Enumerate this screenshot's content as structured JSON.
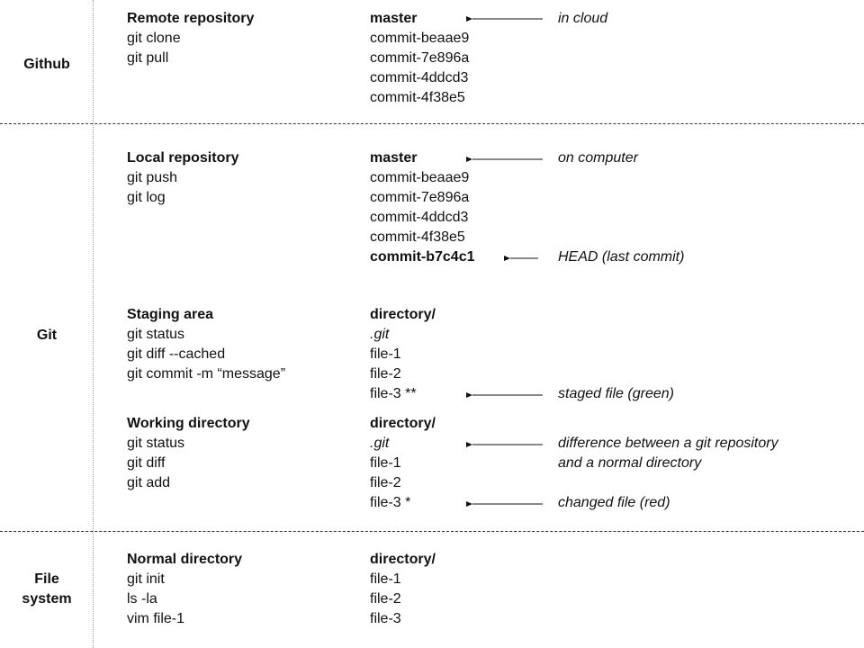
{
  "sections": {
    "github": "Github",
    "git": "Git",
    "filesystem_line1": "File",
    "filesystem_line2": "system"
  },
  "remote": {
    "title": "Remote repository",
    "commands": [
      "git clone",
      "git pull"
    ],
    "branch": "master",
    "commits": [
      "commit-beaae9",
      "commit-7e896a",
      "commit-4ddcd3",
      "commit-4f38e5"
    ],
    "note": "in cloud"
  },
  "local": {
    "title": "Local repository",
    "commands": [
      "git push",
      "git log"
    ],
    "branch": "master",
    "commits": [
      "commit-beaae9",
      "commit-7e896a",
      "commit-4ddcd3",
      "commit-4f38e5"
    ],
    "head_commit": "commit-b7c4c1",
    "note_branch": "on computer",
    "note_head": "HEAD (last commit)"
  },
  "staging": {
    "title": "Staging area",
    "commands": [
      "git status",
      "git diff --cached",
      "git commit -m “message”"
    ],
    "dir": "directory/",
    "files": [
      ".git",
      "file-1",
      "file-2",
      "file-3 **"
    ],
    "note": "staged file (green)"
  },
  "working": {
    "title": "Working directory",
    "commands": [
      "git status",
      "git diff",
      "git add"
    ],
    "dir": "directory/",
    "files": [
      ".git",
      "file-1",
      "file-2",
      "file-3 *"
    ],
    "note_git_line1": "difference between a git repository",
    "note_git_line2": "and a normal directory",
    "note_changed": "changed file (red)"
  },
  "normal": {
    "title": "Normal directory",
    "commands": [
      "git init",
      "ls -la",
      "vim file-1"
    ],
    "dir": "directory/",
    "files": [
      "file-1",
      "file-2",
      "file-3"
    ]
  }
}
